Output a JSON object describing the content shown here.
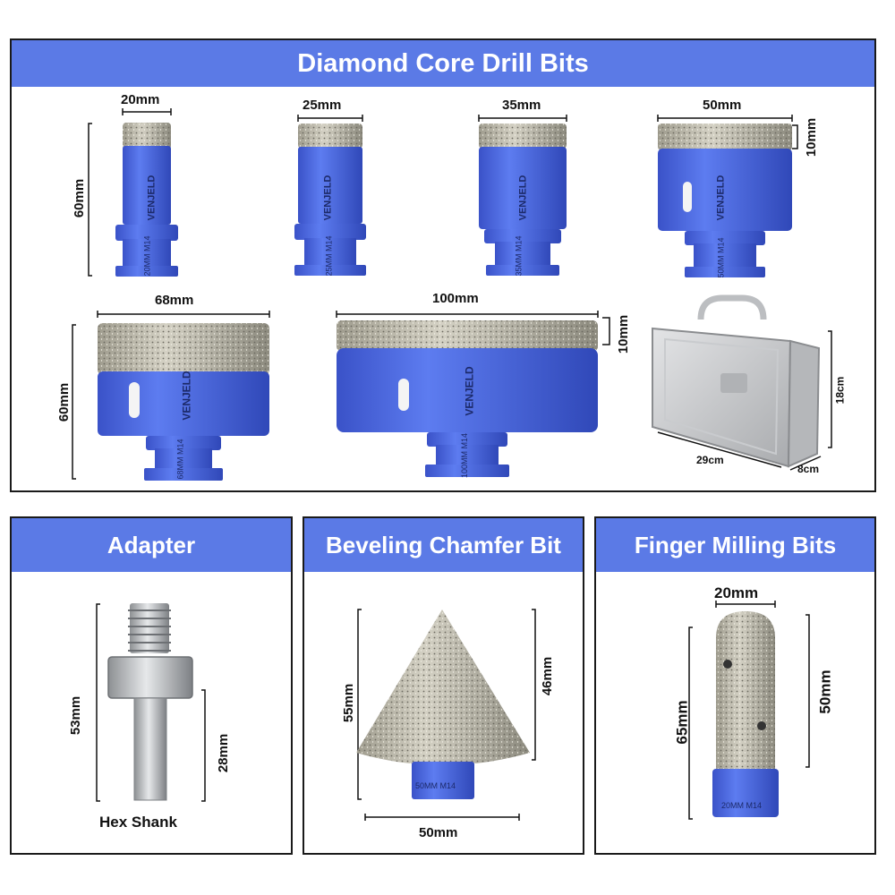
{
  "main": {
    "title": "Diamond Core Drill Bits",
    "bits": [
      {
        "width_label": "20mm",
        "engraving": "20MM M14"
      },
      {
        "width_label": "25mm",
        "engraving": "25MM M14"
      },
      {
        "width_label": "35mm",
        "engraving": "35MM M14"
      },
      {
        "width_label": "50mm",
        "engraving": "50MM M14"
      },
      {
        "width_label": "68mm",
        "engraving": "68MM M14"
      },
      {
        "width_label": "100mm",
        "engraving": "100MM M14"
      }
    ],
    "height_label_top": "60mm",
    "height_label_bottom": "60mm",
    "segment_label_top": "10mm",
    "segment_label_bottom": "10mm",
    "brand": "VENJELD",
    "case": {
      "width": "29cm",
      "height": "18cm",
      "depth": "8cm"
    }
  },
  "adapter": {
    "title": "Adapter",
    "total_label": "53mm",
    "shank_label": "28mm",
    "caption": "Hex Shank"
  },
  "chamfer": {
    "title": "Beveling Chamfer Bit",
    "total_label": "55mm",
    "cone_label": "46mm",
    "width_label": "50mm",
    "engraving": "50MM M14"
  },
  "finger": {
    "title": "Finger Milling Bits",
    "width_label": "20mm",
    "total_label": "65mm",
    "body_label": "50mm",
    "engraving": "20MM M14"
  },
  "colors": {
    "header": "#5b7ae6",
    "bit_blue": "#4a66e0",
    "diamond": "#b9b6a8",
    "steel": "#c4c6c8"
  }
}
